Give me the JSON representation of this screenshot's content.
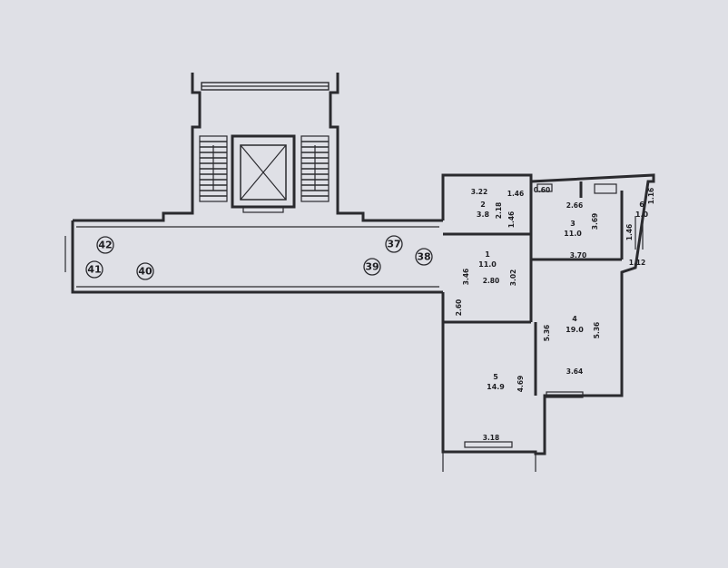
{
  "apartments": [
    {
      "id": "42",
      "number": "42"
    },
    {
      "id": "41",
      "number": "41"
    },
    {
      "id": "40",
      "number": "40"
    },
    {
      "id": "37",
      "number": "37"
    },
    {
      "id": "39",
      "number": "39"
    },
    {
      "id": "38",
      "number": "38"
    }
  ],
  "rooms": [
    {
      "id": "r2",
      "number": "2",
      "area": "3.8"
    },
    {
      "id": "r1",
      "number": "1",
      "area": "11.0"
    },
    {
      "id": "r3",
      "number": "3",
      "area": "11.0"
    },
    {
      "id": "r6",
      "number": "6",
      "area": "1.0"
    },
    {
      "id": "r4",
      "number": "4",
      "area": "19.0"
    },
    {
      "id": "r5",
      "number": "5",
      "area": "14.9"
    }
  ],
  "dimensions": {
    "d322": "3.22",
    "d146a": "1.46",
    "d218": "2.18",
    "d060": "0.60",
    "d266": "2.66",
    "d369": "3.69",
    "d370": "3.70",
    "d116": "1.16",
    "d146b": "1.46",
    "d346": "3.46",
    "d302": "3.02",
    "d280": "2.80",
    "d260": "2.60",
    "d536a": "5.36",
    "d536b": "5.36",
    "d364": "3.64",
    "d469": "4.69",
    "d318": "3.18",
    "d146c": "1.46",
    "d112": "1.12"
  }
}
